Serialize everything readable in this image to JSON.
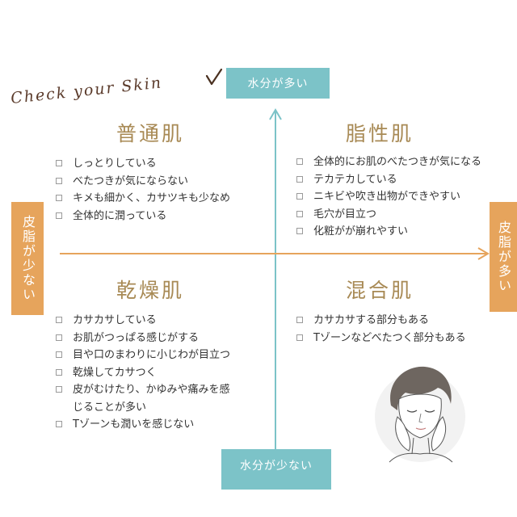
{
  "header": {
    "title": "Check your Skin"
  },
  "axes": {
    "top_label": "水分が多い",
    "bottom_label": "水分が少ない",
    "left_label": "皮脂が少ない",
    "right_label": "皮脂が多い"
  },
  "quadrants": {
    "top_left": {
      "title": "普通肌",
      "items": [
        "しっとりしている",
        "べたつきが気にならない",
        "キメも細かく、カサツキも少なめ",
        "全体的に潤っている"
      ]
    },
    "top_right": {
      "title": "脂性肌",
      "items": [
        "全体的にお肌のべたつきが気になる",
        "テカテカしている",
        "ニキビや吹き出物ができやすい",
        "毛穴が目立つ",
        "化粧がが崩れやすい"
      ]
    },
    "bottom_left": {
      "title": "乾燥肌",
      "items": [
        "カサカサしている",
        "お肌がつっぱる感じがする",
        "目や口のまわりに小じわが目立つ",
        "乾燥してカサつく",
        "皮がむけたり、かゆみや痛みを感",
        "じることが多い",
        "Tゾーンも潤いを感じない"
      ]
    },
    "bottom_right": {
      "title": "混合肌",
      "items": [
        "カサカサする部分もある",
        "Tゾーンなどべたつく部分もある"
      ]
    }
  },
  "colors": {
    "teal": "#7cc3c8",
    "orange": "#e6a45c",
    "title_gold": "#a88a55",
    "script_brown": "#5a3a2a"
  },
  "icons": {
    "checkmark": "checkmark-icon",
    "checkbox": "checkbox-icon",
    "illustration": "woman-face-illustration"
  }
}
